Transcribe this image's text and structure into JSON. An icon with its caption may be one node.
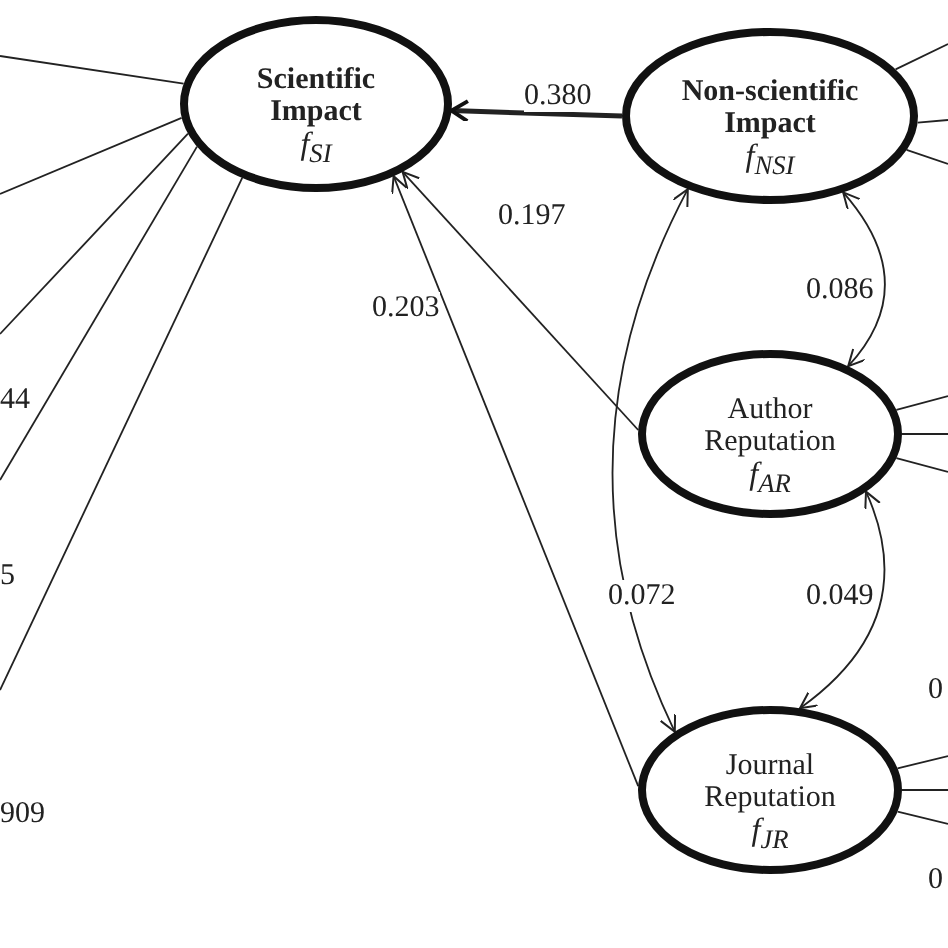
{
  "diagram": {
    "nodes": [
      {
        "text": [
          "Scientific Impact",
          "f$_{SI}$"
        ]
      },
      {
        "text": [
          "Non-scientific Impact",
          "f$_{NSI}$"
        ]
      },
      {
        "text": [
          "Author Reputation",
          "f$_{AR}$"
        ]
      },
      {
        "text": [
          "Journal Reputation",
          "f$_{JR}$"
        ]
      }
    ],
    "edges": [
      {
        "from": 1,
        "to": 0,
        "arrow": "to",
        "label": "0.380",
        "style": "thick"
      },
      {
        "from": 2,
        "to": 0,
        "arrow": "to",
        "label": "0.197"
      },
      {
        "from": 3,
        "to": 0,
        "arrow": "to",
        "label": "0.203"
      },
      {
        "from": 1,
        "to": 2,
        "arrow": "both",
        "label": "0.086"
      },
      {
        "from": 1,
        "to": 3,
        "arrow": "both",
        "label": "0.072"
      },
      {
        "from": 2,
        "to": 3,
        "arrow": "both",
        "label": "0.049"
      },
      {
        "from": 0,
        "to": null,
        "arrow": "none"
      },
      {
        "from": 0,
        "to": null,
        "arrow": "none"
      },
      {
        "from": 0,
        "to": null,
        "arrow": "none"
      },
      {
        "from": 0,
        "to": null,
        "arrow": "none"
      },
      {
        "from": 0,
        "to": null,
        "arrow": "none"
      },
      {
        "from": 1,
        "to": null,
        "arrow": "none"
      },
      {
        "from": 1,
        "to": null,
        "arrow": "none"
      },
      {
        "from": 1,
        "to": null,
        "arrow": "none"
      },
      {
        "from": 2,
        "to": null,
        "arrow": "none"
      },
      {
        "from": 2,
        "to": null,
        "arrow": "none"
      },
      {
        "from": 2,
        "to": null,
        "arrow": "none"
      },
      {
        "from": 3,
        "to": null,
        "arrow": "none"
      },
      {
        "from": 3,
        "to": null,
        "arrow": "none"
      },
      {
        "from": 3,
        "to": null,
        "arrow": "none"
      }
    ],
    "labels": [
      "44",
      "5",
      "909",
      "0",
      "0"
    ]
  }
}
